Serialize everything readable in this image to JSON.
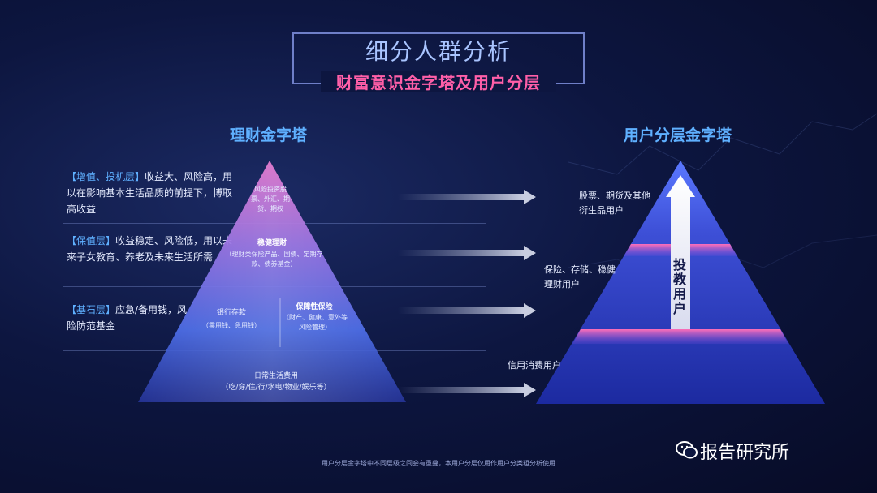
{
  "header": {
    "title": "细分人群分析",
    "subtitle": "财富意识金字塔及用户分层"
  },
  "left": {
    "title": "理财金字塔",
    "tiers": [
      {
        "tag": "【增值、投机层】",
        "text": "收益大、风险高，用以在影响基本生活品质的前提下，博取高收益"
      },
      {
        "tag": "【保值层】",
        "text": "收益稳定、风险低，用以未来子女教育、养老及未来生活所需"
      },
      {
        "tag": "【基石层】",
        "text": "应急/备用钱，风险防范基金"
      }
    ],
    "pyramid": {
      "top": "风险投资股票、外汇、期货、期权",
      "mid_head": "稳健理财",
      "mid": "（理财类保险产品、国债、定期存款、债券基金）",
      "base_left_head": "银行存款",
      "base_left": "（零用钱、急用钱）",
      "base_right_head": "保障性保险",
      "base_right": "（财产、健康、意外等风险管理）",
      "bottom_head": "日常生活费用",
      "bottom": "（吃/穿/住/行/水电/物业/娱乐等）"
    }
  },
  "right": {
    "title": "用户分层金字塔",
    "labels": [
      "股票、期货及其他衍生品用户",
      "保险、存储、稳健理财用户",
      "信用消费用户"
    ],
    "arrow_text": "投教用户"
  },
  "footnote": "用户分层金字塔中不同层级之间会有重叠，本用户分层仅用作用户分类粗分析使用",
  "brand": "报告研究所",
  "colors": {
    "accent_blue": "#5fb0ff",
    "accent_pink": "#ff5fa8"
  }
}
